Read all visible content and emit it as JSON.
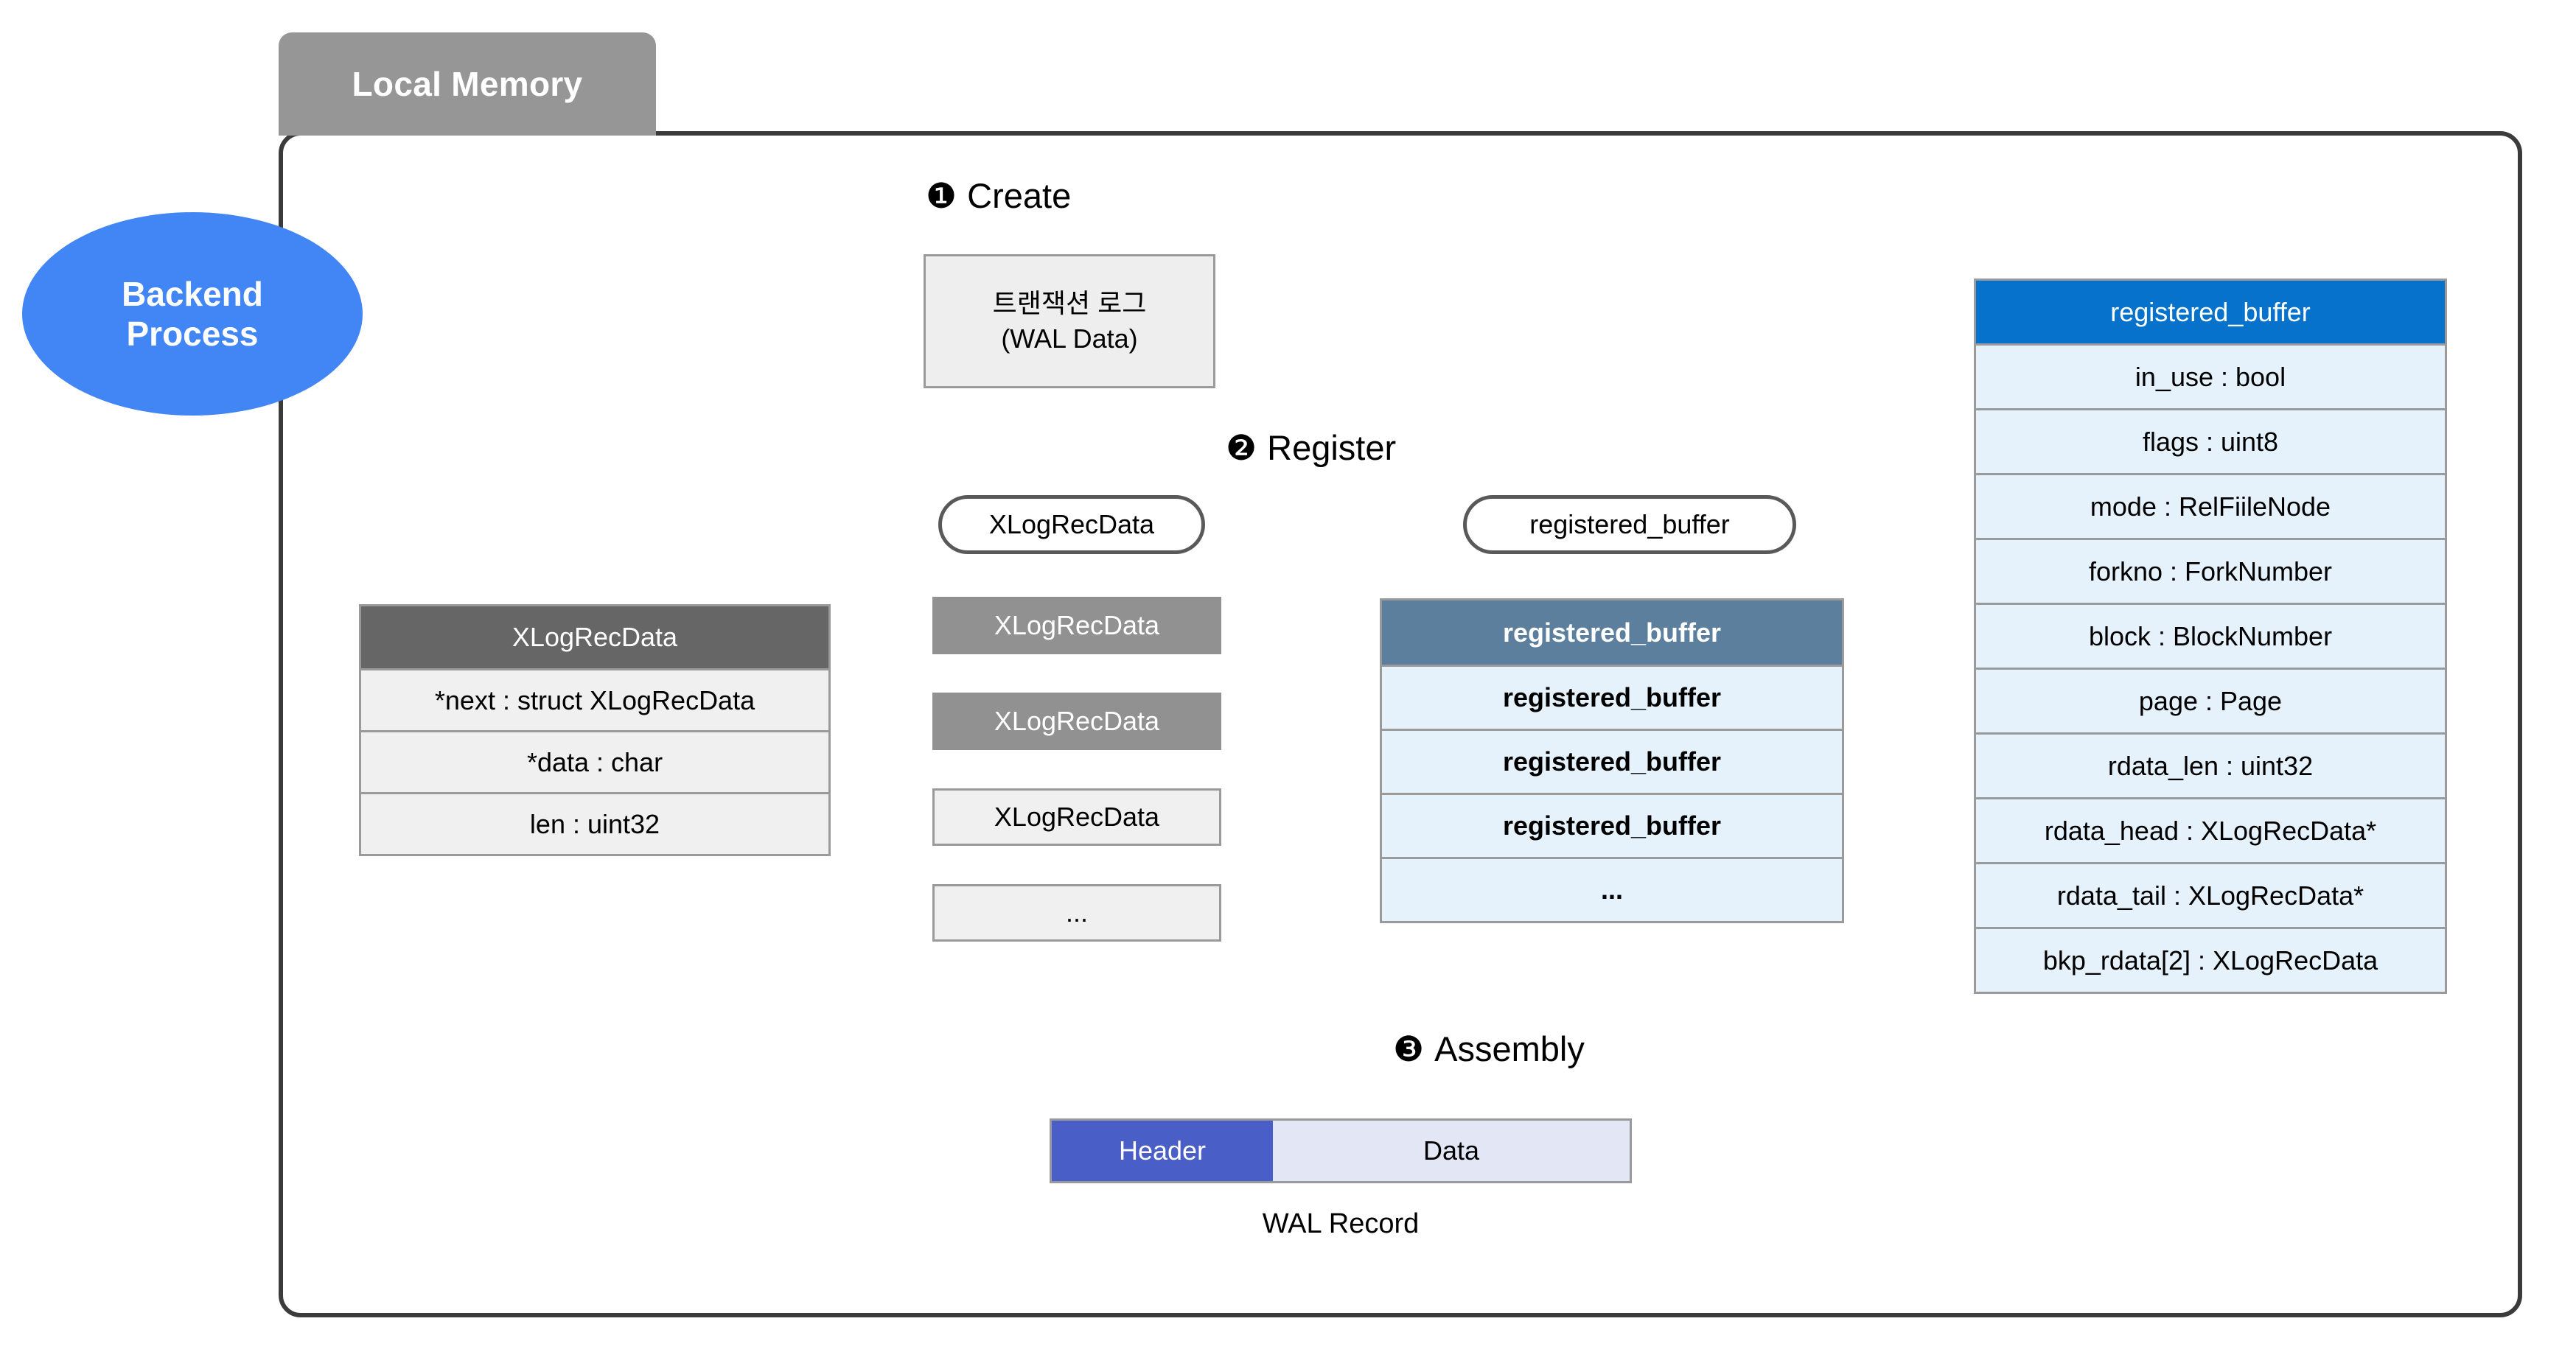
{
  "container": {
    "tab_label": "Local Memory"
  },
  "backend": {
    "line1": "Backend",
    "line2": "Process"
  },
  "steps": [
    {
      "num": "❶",
      "label": "Create"
    },
    {
      "num": "❷",
      "label": "Register"
    },
    {
      "num": "❸",
      "label": "Assembly"
    }
  ],
  "wal_data_box": {
    "line1": "트랜잭션 로그",
    "line2": "(WAL Data)"
  },
  "pills": [
    {
      "label": "XLogRecData"
    },
    {
      "label": "registered_buffer"
    }
  ],
  "xlogrecdata_struct": {
    "title": "XLogRecData",
    "fields": [
      "*next : struct XLogRecData",
      "*data : char",
      "len : uint32"
    ]
  },
  "registered_buffer_struct": {
    "title": "registered_buffer",
    "fields": [
      "in_use : bool",
      "flags : uint8",
      "mode : RelFiileNode",
      "forkno : ForkNumber",
      "block : BlockNumber",
      "page : Page",
      "rdata_len : uint32",
      "rdata_head : XLogRecData*",
      "rdata_tail : XLogRecData*",
      "bkp_rdata[2] : XLogRecData"
    ]
  },
  "xlogrecdata_stack": [
    {
      "label": "XLogRecData",
      "style": "dark"
    },
    {
      "label": "XLogRecData",
      "style": "dark"
    },
    {
      "label": "XLogRecData",
      "style": "light"
    },
    {
      "label": "...",
      "style": "light"
    }
  ],
  "registered_buffer_stack": [
    {
      "label": "registered_buffer",
      "style": "header"
    },
    {
      "label": "registered_buffer",
      "style": "plain"
    },
    {
      "label": "registered_buffer",
      "style": "plain"
    },
    {
      "label": "registered_buffer",
      "style": "plain"
    },
    {
      "label": "...",
      "style": "plain"
    }
  ],
  "wal_record": {
    "header_label": "Header",
    "data_label": "Data",
    "caption": "WAL Record"
  },
  "colors": {
    "backend_fill": "#4285f4",
    "tab_fill": "#969696",
    "container_stroke": "#3b3b3b",
    "struct_header_gray": "#666666",
    "struct_header_blue": "#0672cb",
    "stack_header_blue": "#5b7f9c",
    "stack_row_blue": "#e6f2fb",
    "stack_box_gray": "#919191",
    "wal_header_blue": "#4a5ec8",
    "wal_data_blue": "#e3e6f5"
  }
}
